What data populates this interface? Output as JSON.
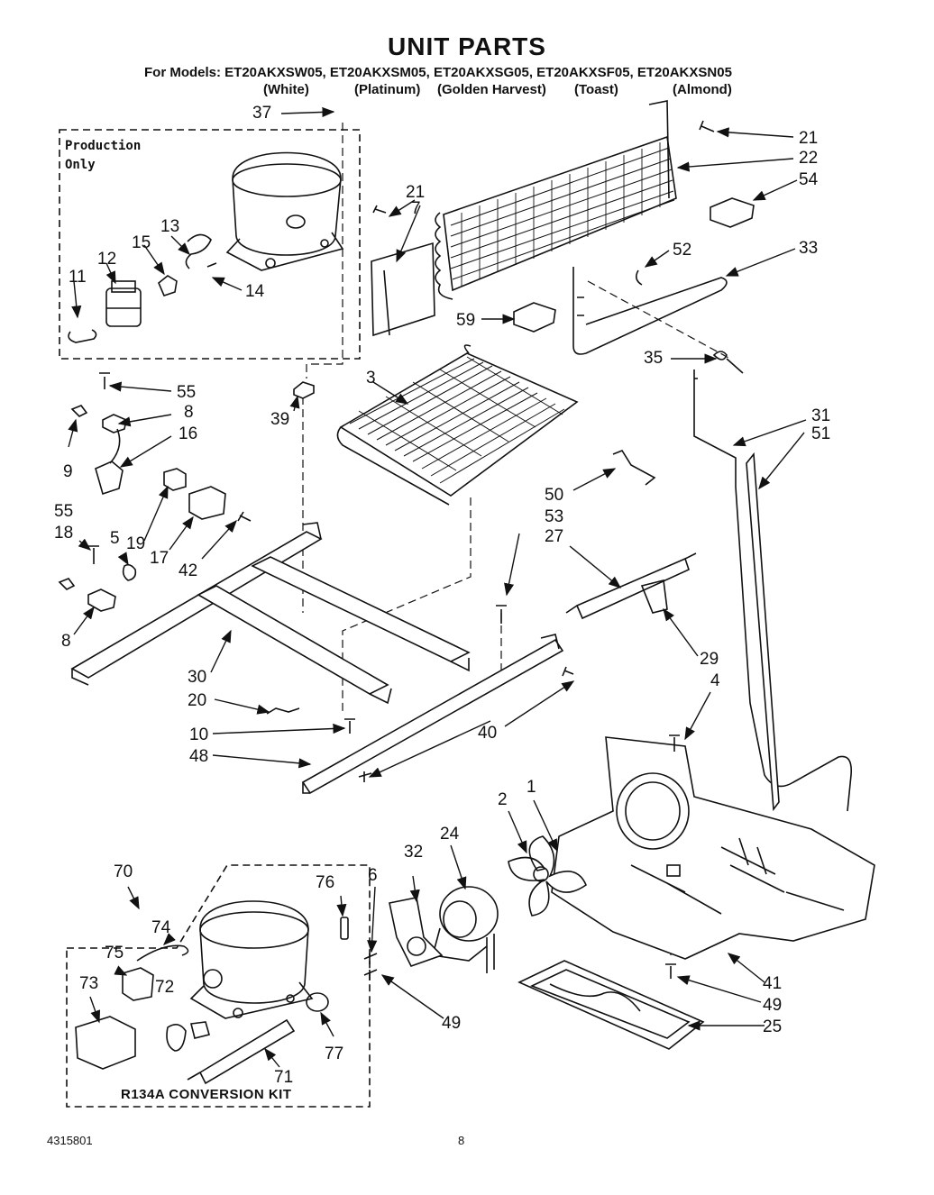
{
  "header": {
    "title": "UNIT PARTS",
    "models_prefix": "For Models:",
    "models": [
      "ET20AKXSW05,",
      "ET20AKXSM05,",
      "ET20AKXSG05,",
      "ET20AKXSF05,",
      "ET20AKXSN05"
    ],
    "colors": [
      "(White)",
      "(Platinum)",
      "(Golden Harvest)",
      "(Toast)",
      "(Almond)"
    ]
  },
  "boxes": {
    "production_only": "Production\nOnly",
    "conversion_kit": "R134A CONVERSION KIT"
  },
  "callouts": {
    "n37": "37",
    "n21a": "21",
    "n22": "22",
    "n54": "54",
    "n21b": "21",
    "n7": "7",
    "n52": "52",
    "n33": "33",
    "n13": "13",
    "n15": "15",
    "n12": "12",
    "n11": "11",
    "n14": "14",
    "n59": "59",
    "n35": "35",
    "n55a": "55",
    "n8a": "8",
    "n16": "16",
    "n9": "9",
    "n39": "39",
    "n3": "3",
    "n31": "31",
    "n51": "51",
    "n50": "50",
    "n53": "53",
    "n27": "27",
    "n55b": "55",
    "n18": "18",
    "n5": "5",
    "n19": "19",
    "n17": "17",
    "n42": "42",
    "n8b": "8",
    "n29": "29",
    "n4": "4",
    "n30": "30",
    "n20": "20",
    "n10": "10",
    "n40": "40",
    "n48": "48",
    "n70": "70",
    "n6": "6",
    "n32": "32",
    "n24": "24",
    "n2": "2",
    "n1": "1",
    "n76": "76",
    "n74": "74",
    "n75": "75",
    "n72": "72",
    "n73": "73",
    "n77": "77",
    "n71": "71",
    "n41": "41",
    "n49a": "49",
    "n49b": "49",
    "n25": "25"
  },
  "footer": {
    "doc_number": "4315801",
    "page_number": "8"
  }
}
